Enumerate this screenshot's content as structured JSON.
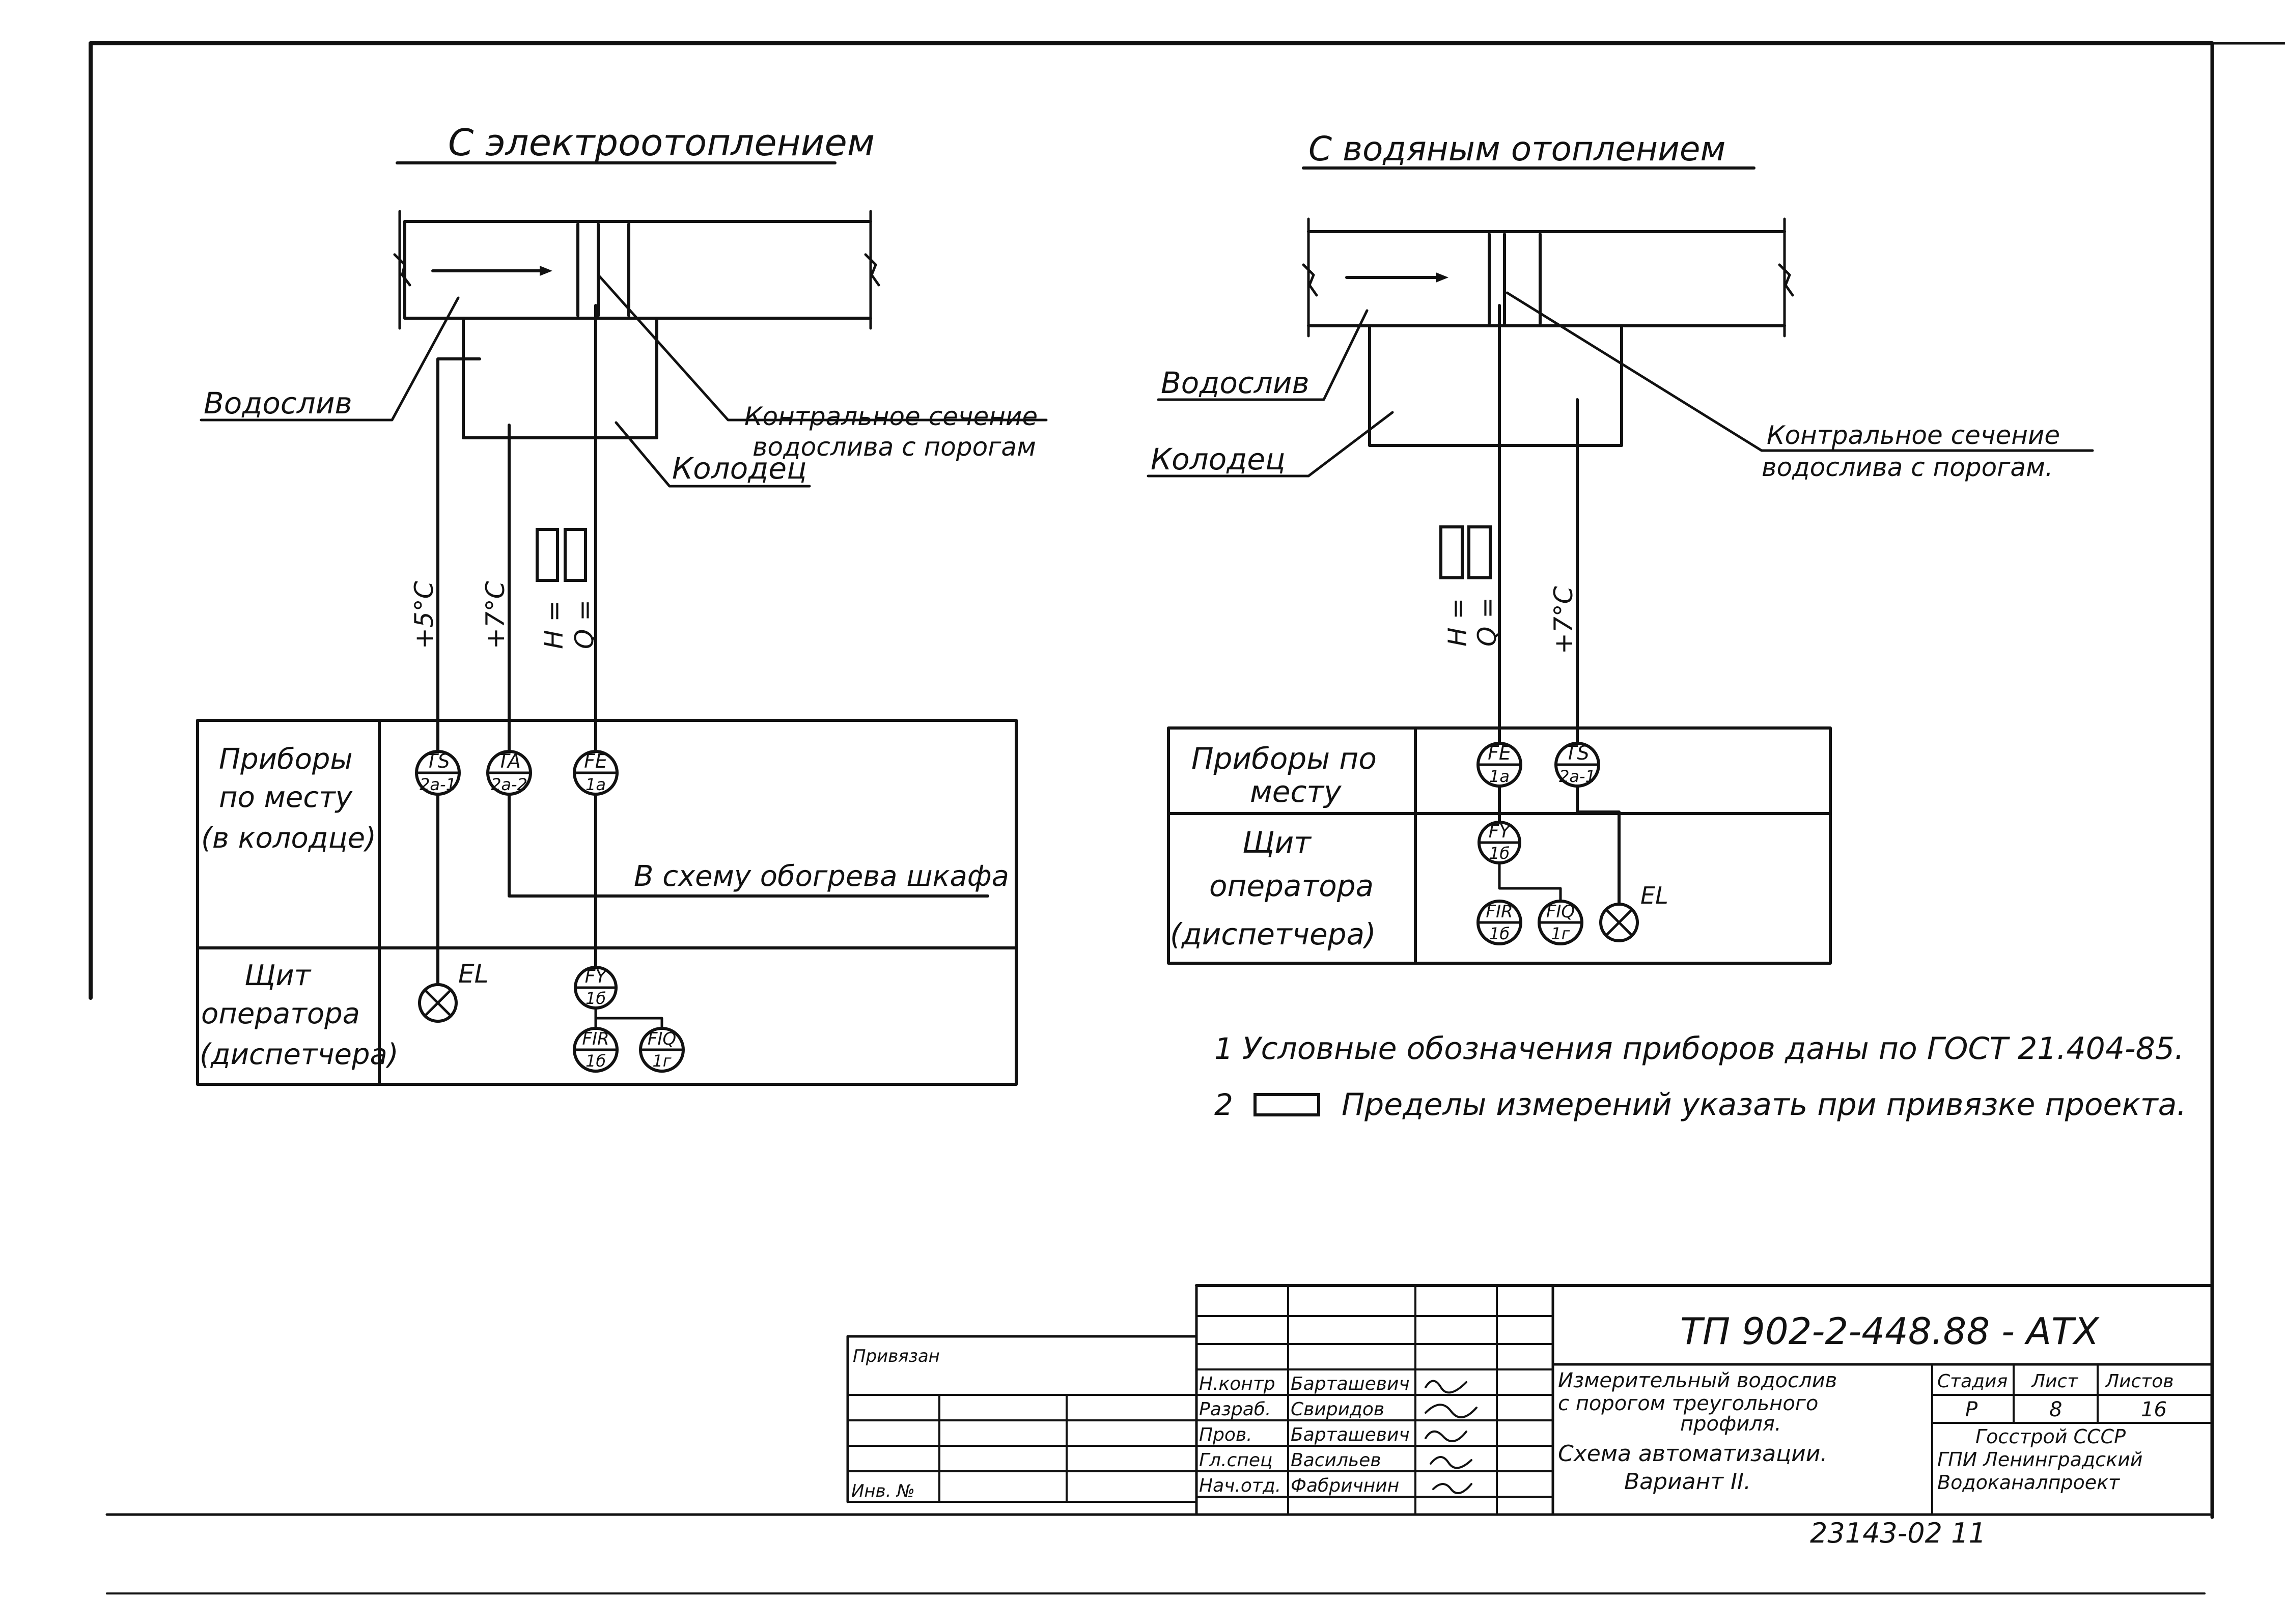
{
  "diagrams": {
    "left": {
      "title": "С электроотоплением",
      "label_vodosliv": "Водослив",
      "label_control": [
        "Контральное сечение",
        "водослива с порогам"
      ],
      "label_kolodec": "Колодец",
      "vert_labels": {
        "t1": "+5°С",
        "t2": "+7°С",
        "h": "H =",
        "q": "Q ="
      },
      "table_rows": [
        [
          "Приборы",
          "по месту",
          "(в колодце)"
        ],
        [
          "Щит",
          "оператора",
          "(диспетчера)"
        ]
      ],
      "instruments": [
        {
          "top": "TS",
          "bottom": "2а-1"
        },
        {
          "top": "TA",
          "bottom": "2а-2"
        },
        {
          "top": "FE",
          "bottom": "1а"
        },
        {
          "top": "FY",
          "bottom": "1б"
        },
        {
          "top": "FIR",
          "bottom": "1б"
        },
        {
          "top": "FIQ",
          "bottom": "1г"
        }
      ],
      "el_label": "EL",
      "heating_note": "В схему обогрева шкафа"
    },
    "right": {
      "title": "С водяным отоплением",
      "label_vodosliv": "Водослив",
      "label_control": [
        "Контральное сечение",
        "водослива с порогам."
      ],
      "label_kolodec": "Колодец",
      "vert_labels": {
        "h": "H =",
        "q": "Q =",
        "t": "+7°С"
      },
      "table_rows": [
        [
          "Приборы по",
          "месту"
        ],
        [
          "Щит",
          "оператора",
          "(диспетчера)"
        ]
      ],
      "instruments": [
        {
          "top": "FE",
          "bottom": "1а"
        },
        {
          "top": "TS",
          "bottom": "2а-1"
        },
        {
          "top": "FY",
          "bottom": "1б"
        },
        {
          "top": "FIR",
          "bottom": "1б"
        },
        {
          "top": "FIQ",
          "bottom": "1г"
        }
      ],
      "el_label": "EL"
    }
  },
  "notes": {
    "n1_num": "1",
    "n1": "Условные обозначения приборов даны по ГОСТ 21.404-85.",
    "n2_num": "2",
    "n2": "Пределы измерений указать при привязке проекта."
  },
  "title_block": {
    "doc_code": "ТП 902-2-448.88 - АТХ",
    "privyazan": "Привязан",
    "inv": "Инв. №",
    "roles": [
      "Н.контр",
      "Разраб.",
      "Пров.",
      "Гл.спец",
      "Нач.отд."
    ],
    "names": [
      "Барташевич",
      "Свиридов",
      "Барташевич",
      "Васильев",
      "Фабричнин"
    ],
    "description": [
      "Измерительный водослив",
      "с порогом треугольного",
      "профиля.",
      "Схема автоматизации.",
      "Вариант II."
    ],
    "stage_header": "Стадия",
    "sheet_header": "Лист",
    "sheets_header": "Листов",
    "stage": "Р",
    "sheet": "8",
    "sheets": "16",
    "org": [
      "Госстрой СССР",
      "ГПИ Ленинградский",
      "Водоканалпроект"
    ],
    "archive_no": "23143-02 11"
  }
}
